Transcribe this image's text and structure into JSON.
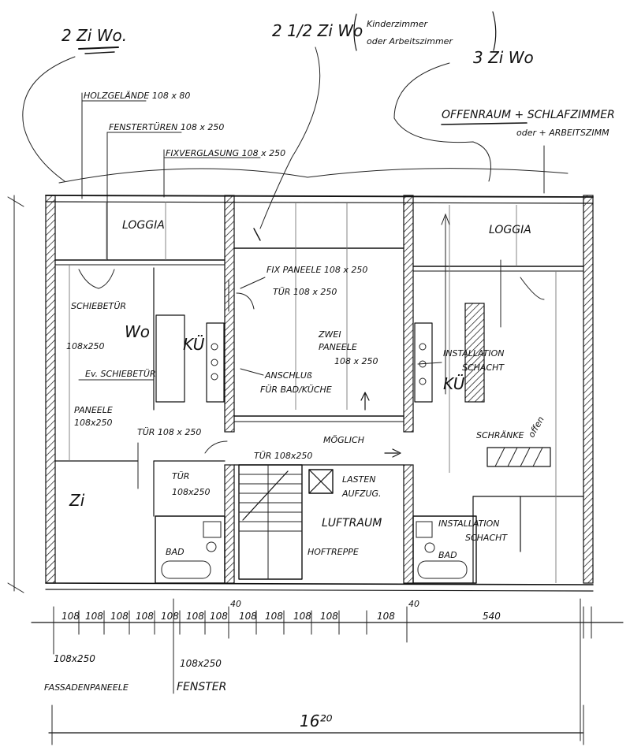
{
  "headings": {
    "unit_2": "2 Zi Wo.",
    "unit_2_5": "2 1/2 Zi Wo",
    "unit_2_5_note_1": "Kinderzimmer",
    "unit_2_5_note_2": "oder Arbeitszimmer",
    "unit_3": "3 Zi Wo"
  },
  "callouts": {
    "railing": "HOLZGELÄNDE 108 x 80",
    "french_doors": "FENSTERTÜREN 108 x 250",
    "fixed_glazing": "FIXVERGLASUNG 108 x 250",
    "open_room_1": "OFFENRAUM + SCHLAFZIMMER",
    "open_room_2": "oder + ARBEITSZIMM"
  },
  "rooms": {
    "loggia_left": "LOGGIA",
    "loggia_right": "LOGGIA",
    "wo": "Wo",
    "kue_left": "KÜ",
    "kue_right": "KÜ",
    "zi": "Zi",
    "bad_left": "BAD",
    "bad_right": "BAD",
    "luftraum": "LUFTRAUM",
    "hoftreppe": "HOFTREPPE"
  },
  "annotations": {
    "schiebetuer": "SCHIEBETÜR",
    "size_108x250": "108x250",
    "ev_schiebetuer": "Ev. SCHIEBETÜR",
    "paneele_1": "PANEELE",
    "paneele_2": "108x250",
    "tuer_108x250_a": "TÜR 108 x 250",
    "tuer_108x250_b_1": "TÜR",
    "tuer_108x250_b_2": "108x250",
    "fix_paneele": "FIX PANEELE 108 x 250",
    "tuer_top": "TÜR 108 x 250",
    "zwei_paneele_1": "ZWEI",
    "zwei_paneele_2": "PANEELE",
    "zwei_paneele_3": "108 x 250",
    "anschluss_1": "ANSCHLUß",
    "anschluss_2": "FÜR BAD/KÜCHE",
    "moeglich": "MÖGLICH",
    "tuer_corridor": "TÜR 108x250",
    "lastenaufzug_1": "LASTEN",
    "lastenaufzug_2": "AUFZUG.",
    "installation_top_1": "INSTALLATION",
    "installation_top_2": "SCHACHT",
    "installation_bot_1": "INSTALLATION",
    "installation_bot_2": "SCHACHT",
    "schraenke": "SCHRÄNKE",
    "offen": "offen"
  },
  "dimensions": {
    "module": "108",
    "wall": "40",
    "right_span": "540",
    "total": "16²⁰",
    "fassade_1": "108x250",
    "fassade_2": "FASSADENPANEELE",
    "fenster_1": "108x250",
    "fenster_2": "FENSTER"
  },
  "colors": {
    "ink": "#111111",
    "paper": "#ffffff"
  }
}
